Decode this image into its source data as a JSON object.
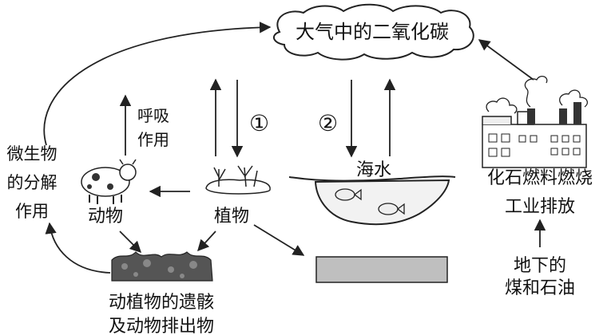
{
  "atmosphere": "大气中的二氧化碳",
  "respiration": [
    "呼吸",
    "作用"
  ],
  "decomposition": [
    "微生物",
    "的分解",
    "作用"
  ],
  "animal": "动物",
  "plant": "植物",
  "seawater": "海水",
  "fossil_emission": [
    "化石燃料燃烧",
    "工业排放"
  ],
  "underground": [
    "地下的",
    "煤和石油"
  ],
  "remains": [
    "动植物的遗骸",
    "及动物排出物"
  ],
  "marker_1": "①",
  "marker_2": "②"
}
